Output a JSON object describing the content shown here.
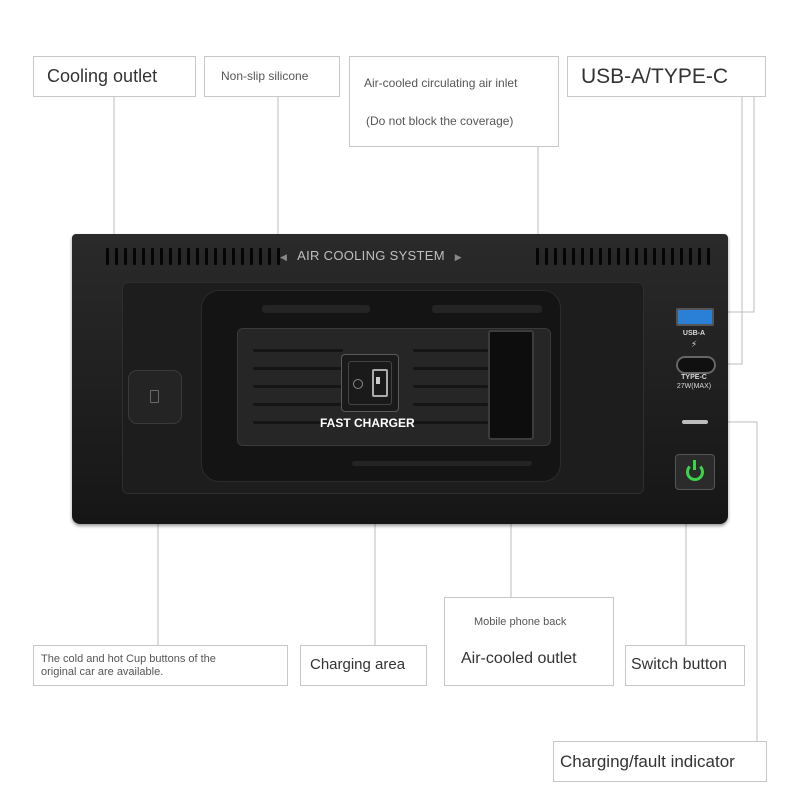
{
  "callouts": {
    "cooling_outlet": "Cooling outlet",
    "non_slip_silicone": "Non-slip silicone",
    "air_inlet_line1": "Air-cooled circulating air inlet",
    "air_inlet_line2": "(Do not block the coverage)",
    "usb_types": "USB-A/TYPE-C",
    "cup_buttons_line1": "The cold and hot Cup buttons of the",
    "cup_buttons_line2": "original car are available.",
    "charging_area": "Charging area",
    "phone_back": "Mobile phone back",
    "air_cooled_outlet": "Air-cooled outlet",
    "switch_button": "Switch button",
    "indicator": "Charging/fault indicator"
  },
  "device": {
    "system_label": "AIR COOLING SYSTEM",
    "arrow_left": "◀",
    "arrow_right": "▶",
    "charger_label": "FAST CHARGER",
    "usb_a_label": "USB-A",
    "type_c_label": "TYPE-C",
    "type_c_power": "27W(MAX)"
  },
  "colors": {
    "usb_a_port": "#2a7fd6",
    "power_button": "#3bd34a",
    "indicator_light": "#bdbdbd"
  },
  "icons": [
    "wireless-charging-icon",
    "power-icon",
    "lightning-icon",
    "cup-button-icon"
  ]
}
